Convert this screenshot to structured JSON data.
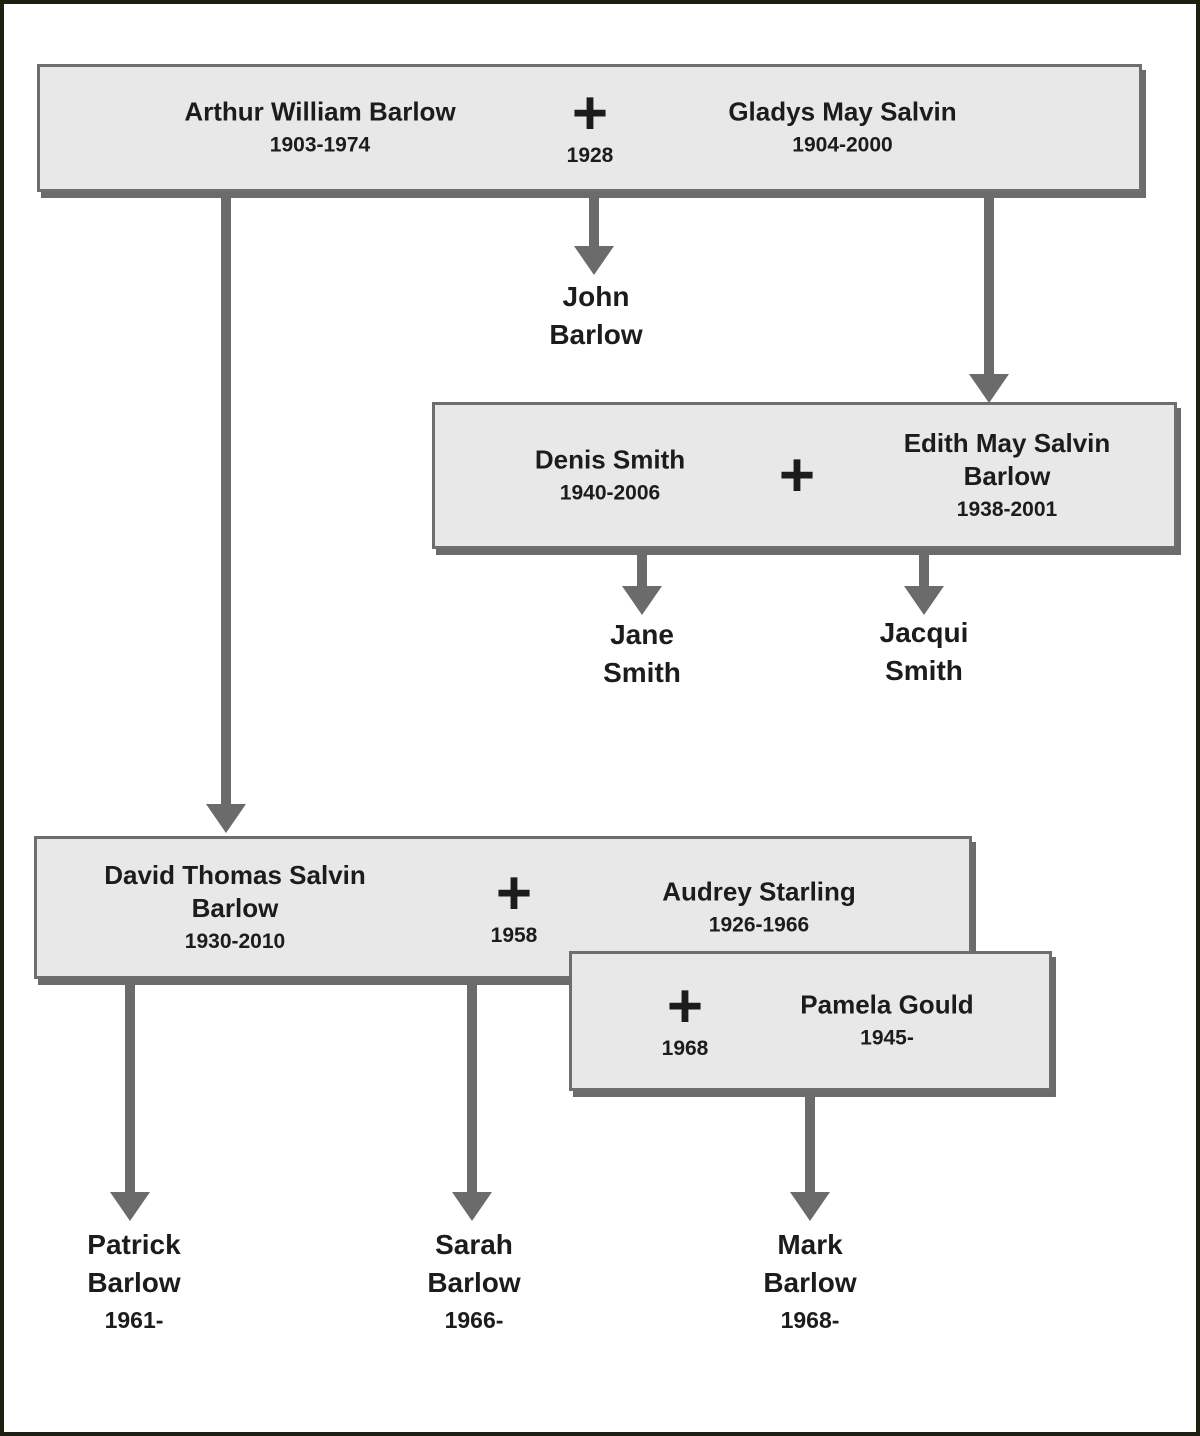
{
  "palette": {
    "box_fill": "#e8e8e8",
    "box_border": "#6e6e6e",
    "line_gray": "#6b6b6b",
    "outer_border": "#1b2010",
    "text": "#1c1c1c"
  },
  "couples": {
    "arthur_gladys": {
      "left_name": "Arthur William Barlow",
      "left_dates": "1903-1974",
      "plus": "+",
      "year": "1928",
      "right_name": "Gladys May Salvin",
      "right_dates": "1904-2000"
    },
    "denis_edith": {
      "left_name": "Denis Smith",
      "left_dates": "1940-2006",
      "plus": "+",
      "right_name": "Edith May Salvin Barlow",
      "right_dates": "1938-2001"
    },
    "david_audrey": {
      "left_name": "David Thomas Salvin Barlow",
      "left_dates": "1930-2010",
      "plus": "+",
      "year": "1958",
      "right_name": "Audrey Starling",
      "right_dates": "1926-1966"
    },
    "david_pamela": {
      "plus": "+",
      "year": "1968",
      "right_name": "Pamela Gould",
      "right_dates": "1945-"
    }
  },
  "children": {
    "john": {
      "name": "John Barlow"
    },
    "jane": {
      "name": "Jane Smith"
    },
    "jacqui": {
      "name": "Jacqui Smith"
    },
    "patrick": {
      "name": "Patrick Barlow",
      "year": "1961-"
    },
    "sarah": {
      "name": "Sarah Barlow",
      "year": "1966-"
    },
    "mark": {
      "name": "Mark Barlow",
      "year": "1968-"
    }
  }
}
